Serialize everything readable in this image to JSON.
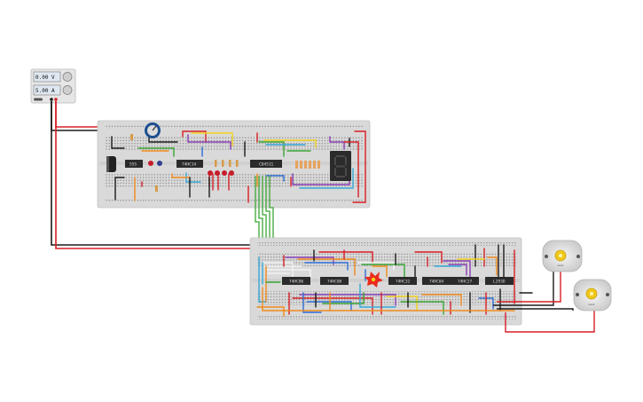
{
  "power_supply": {
    "voltage": "0.00 V",
    "current": "5.00 A"
  },
  "chips": {
    "top": [
      {
        "label": "555",
        "name": "timer-555-chip"
      },
      {
        "label": "74HC14",
        "name": "chip-74hc14-top"
      },
      {
        "label": "CD4511",
        "name": "chip-cd4511"
      }
    ],
    "bottom": [
      {
        "label": "74HC86",
        "name": "chip-74hc86"
      },
      {
        "label": "74HC08",
        "name": "chip-74hc08"
      },
      {
        "label": "74HC32",
        "name": "chip-74hc32"
      },
      {
        "label": "74HC04",
        "name": "chip-74hc04"
      },
      {
        "label": "74HC27",
        "name": "chip-74hc27"
      },
      {
        "label": "L293D",
        "name": "chip-l293d"
      }
    ]
  },
  "motors": [
    {
      "label": "motor",
      "name": "dc-motor-1"
    },
    {
      "label": "motor",
      "name": "dc-motor-2"
    }
  ],
  "colors": {
    "breadboard": "#d9d9d9",
    "wire_red": "#d71f26",
    "wire_black": "#1b1b1b",
    "wire_green": "#3aa635",
    "wire_blue": "#2f6fd6",
    "wire_orange": "#f08a1c",
    "wire_purple": "#8b3fb6",
    "wire_yellow": "#f2d21b",
    "wire_cyan": "#35a8d8",
    "wire_white": "#f2f2f2",
    "chip": "#2b2b2b"
  }
}
